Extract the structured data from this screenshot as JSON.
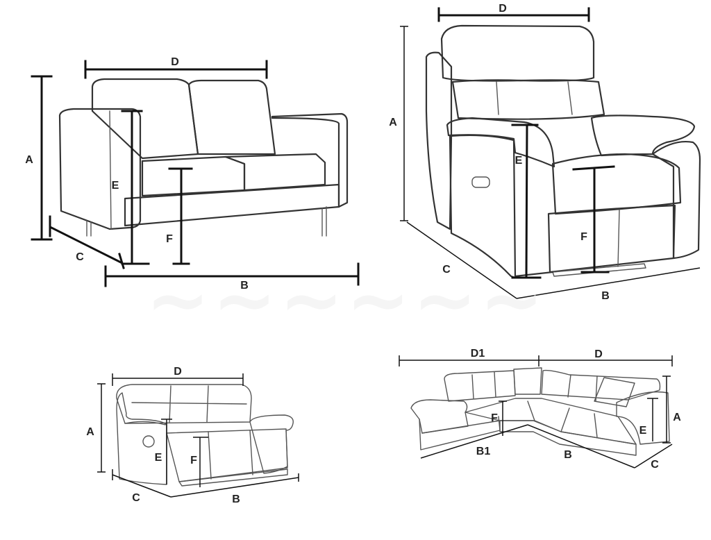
{
  "figures": {
    "loveseat": {
      "labels": {
        "a": "A",
        "b": "B",
        "c": "C",
        "d": "D",
        "e": "E",
        "f": "F"
      }
    },
    "recliner_chair": {
      "labels": {
        "a": "A",
        "b": "B",
        "c": "C",
        "d": "D",
        "e": "E",
        "f": "F"
      }
    },
    "reclining_sofa": {
      "labels": {
        "a": "A",
        "b": "B",
        "c": "C",
        "d": "D",
        "e": "E",
        "f": "F"
      }
    },
    "corner_sofa": {
      "labels": {
        "a": "A",
        "b": "B",
        "b1": "B1",
        "c": "C",
        "d": "D",
        "d1": "D1",
        "e": "E",
        "f": "F"
      }
    }
  },
  "colors": {
    "line": "#333333",
    "dimension": "#111111",
    "watermark": "#f1f1f1"
  }
}
